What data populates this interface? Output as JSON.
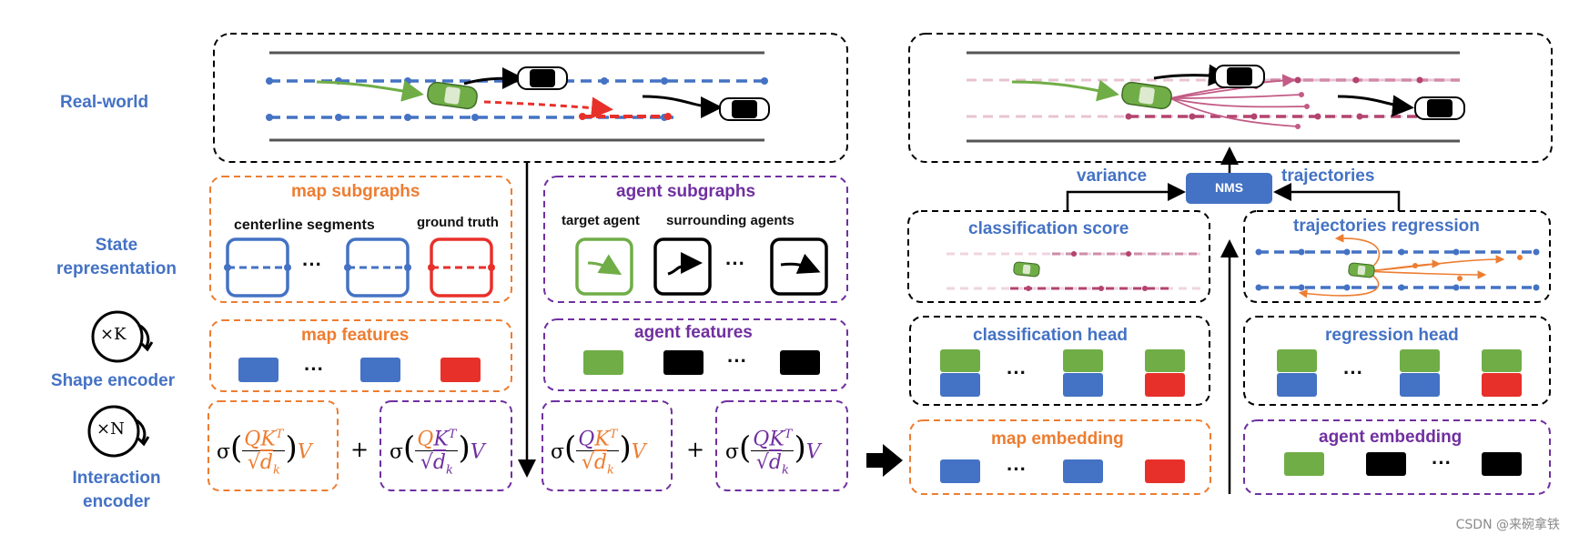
{
  "left_labels": {
    "real_world": "Real-world",
    "state_representation_line1": "State",
    "state_representation_line2": "representation",
    "shape_encoder": "Shape encoder",
    "interaction_encoder_line1": "Interaction",
    "interaction_encoder_line2": "encoder"
  },
  "encoder_symbols": {
    "shape": "×K",
    "interaction": "×N"
  },
  "map_branch": {
    "subgraphs_title": "map subgraphs",
    "centerline_label": "centerline  segments",
    "ground_truth_label": "ground truth",
    "features_title": "map features",
    "ellipsis": "···"
  },
  "agent_branch": {
    "subgraphs_title": "agent subgraphs",
    "target_agent_label": "target agent",
    "surrounding_agents_label": "surrounding agents",
    "features_title": "agent features",
    "ellipsis": "···"
  },
  "attention": {
    "sigma": "σ",
    "numerator": "QK",
    "superscript": "T",
    "denominator": "d",
    "subscript": "k",
    "value": "V",
    "plus": "+"
  },
  "decoder": {
    "nms_label": "NMS",
    "variance_label": "variance",
    "trajectories_label": "trajectories",
    "classification_score_title": "classification score",
    "trajectories_regression_title": "trajectories regression",
    "classification_head_title": "classification head",
    "regression_head_title": "regression head",
    "map_embedding_title": "map embedding",
    "agent_embedding_title": "agent embedding",
    "ellipsis": "···"
  },
  "watermark": "CSDN @来碗拿铁",
  "colors": {
    "blue": "#4472c4",
    "orange": "#ed7d31",
    "purple": "#7030a0",
    "green": "#70ad47",
    "red": "#e8302a",
    "black": "#000000",
    "pink": "#c25b85"
  }
}
